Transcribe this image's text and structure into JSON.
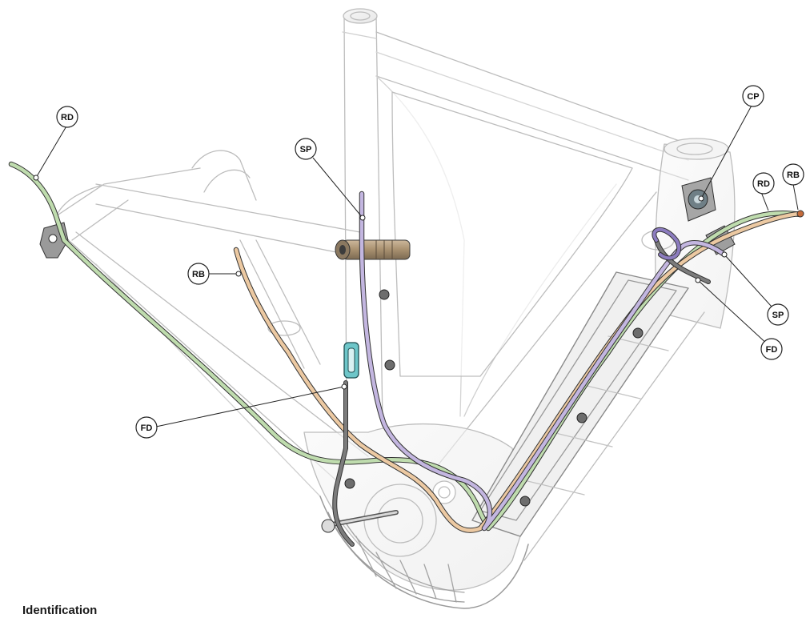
{
  "figure": {
    "section_heading": "Identification",
    "callouts": [
      {
        "id": "rd-rear",
        "label": "RD"
      },
      {
        "id": "sp-top",
        "label": "SP"
      },
      {
        "id": "rb-left",
        "label": "RB"
      },
      {
        "id": "fd-left",
        "label": "FD"
      },
      {
        "id": "cp",
        "label": "CP"
      },
      {
        "id": "rd-front",
        "label": "RD"
      },
      {
        "id": "rb-front",
        "label": "RB"
      },
      {
        "id": "sp-front",
        "label": "SP"
      },
      {
        "id": "fd-front",
        "label": "FD"
      }
    ]
  },
  "colors": {
    "frame_stroke": "#b9b9b9",
    "frame_fill": "#f3f3f3",
    "cable_rd": "#b9d9a8",
    "cable_rb": "#e9b98a",
    "cable_sp": "#b7a8d6",
    "cable_fd": "#7a7a7a",
    "guide_teal": "#6ec6c9",
    "hardware": "#8a8a8a",
    "callout_stroke": "#222222"
  }
}
